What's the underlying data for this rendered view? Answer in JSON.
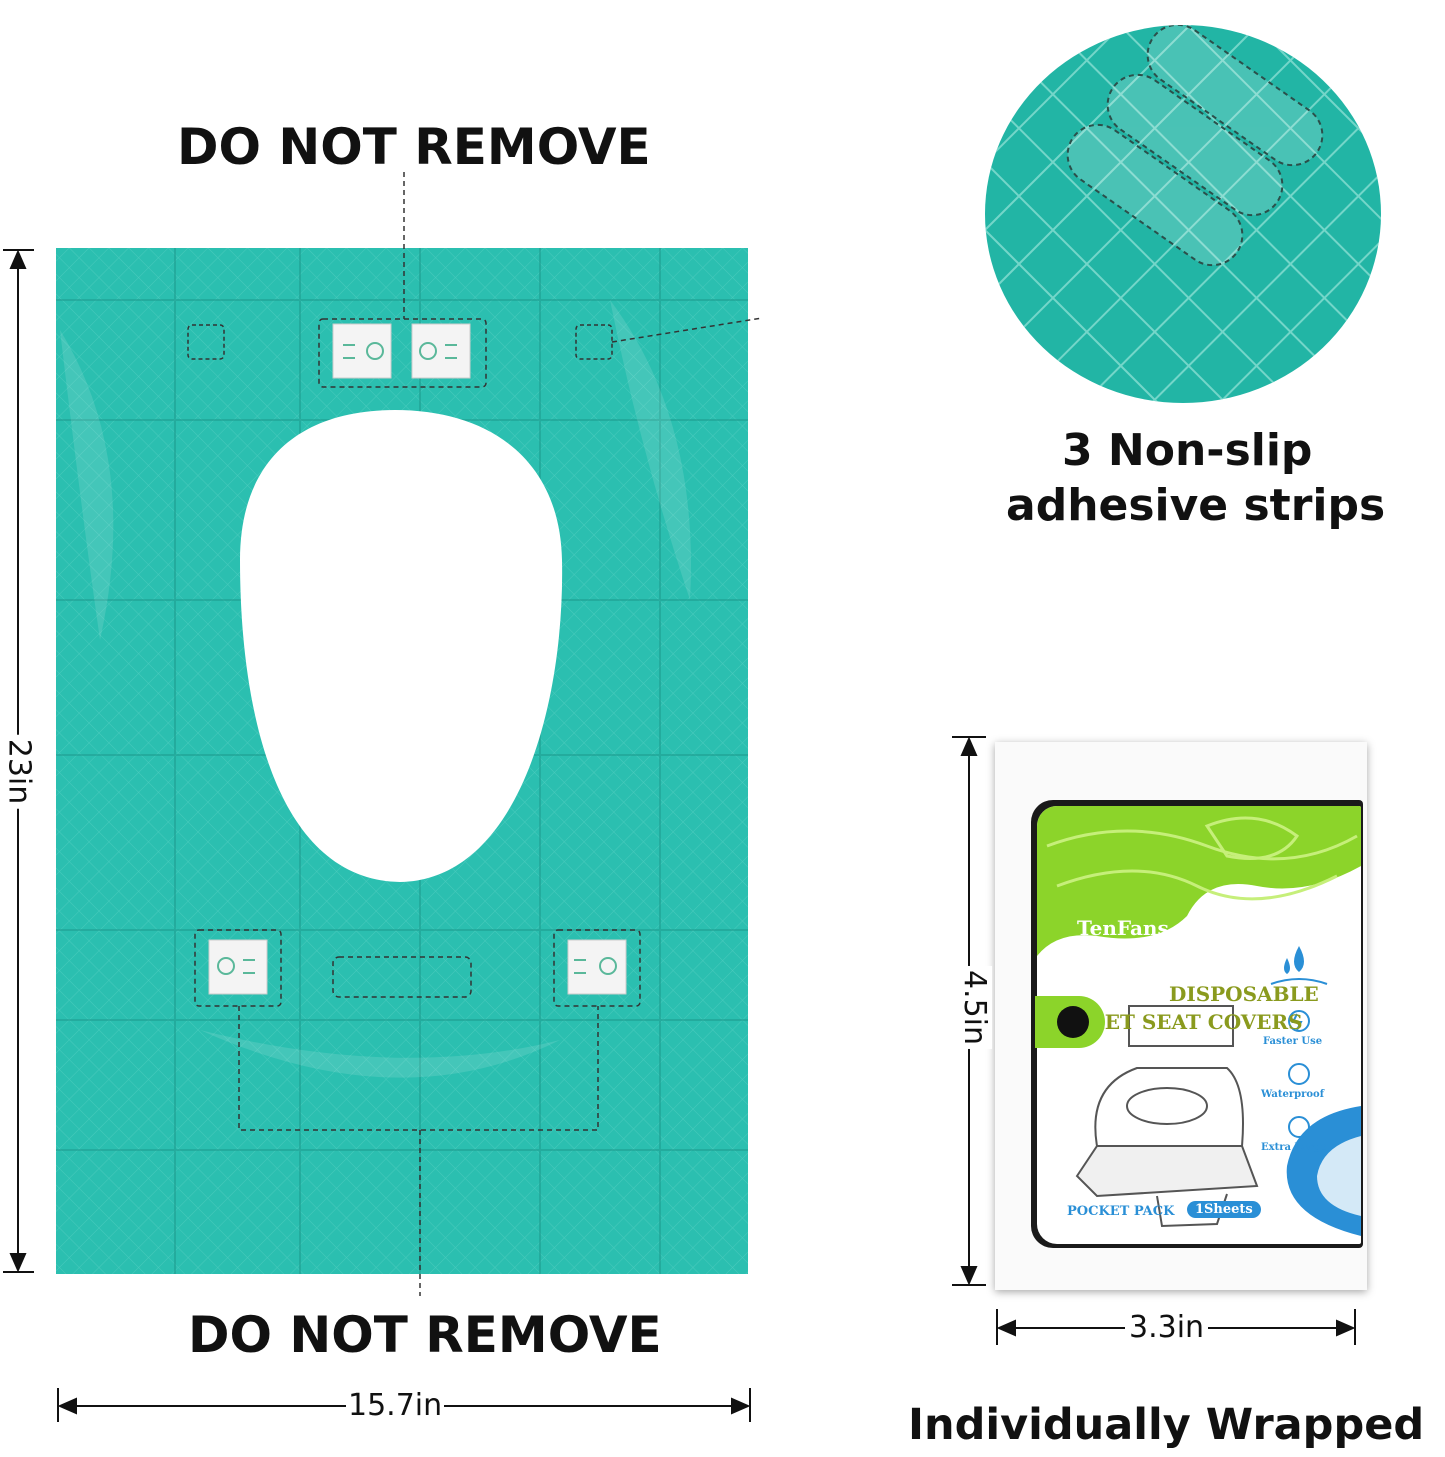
{
  "labels": {
    "top_warning": "DO NOT REMOVE",
    "bottom_warning": "DO NOT REMOVE",
    "strips_line1": "3 Non-slip",
    "strips_line2": "adhesive strips",
    "wrapped": "Individually Wrapped"
  },
  "dimensions": {
    "cover_height": "23in",
    "cover_width": "15.7in",
    "pack_height": "4.5in",
    "pack_width": "3.3in"
  },
  "pack": {
    "brand": "TenFans",
    "title_line1": "DISPOSABLE",
    "title_line2": "TOILET SEAT COVERS",
    "features": [
      "Faster Use",
      "Waterproof",
      "Extra Large"
    ],
    "pocket_label": "POCKET PACK",
    "sheets_badge": "1Sheets"
  },
  "colors": {
    "cover": "#2bbfb0",
    "cover_dark": "#1fa89a",
    "pack_green": "#8cd42a",
    "pack_blue": "#2a8fd6",
    "pack_olive": "#8a9a1e"
  }
}
